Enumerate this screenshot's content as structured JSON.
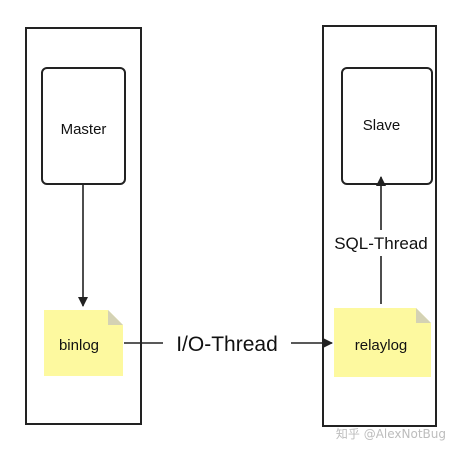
{
  "nodes": {
    "master": {
      "label": "Master"
    },
    "slave": {
      "label": "Slave"
    },
    "binlog": {
      "label": "binlog"
    },
    "relaylog": {
      "label": "relaylog"
    }
  },
  "edges": {
    "io_thread": {
      "label": "I/O-Thread"
    },
    "sql_thread": {
      "label": "SQL-Thread"
    }
  },
  "watermark": {
    "text": "知乎 @AlexNotBug"
  },
  "colors": {
    "note_fill": "#fdf99f",
    "note_fold": "#d4d2b4",
    "stroke": "#222222",
    "watermark": "#bdbdbd"
  }
}
